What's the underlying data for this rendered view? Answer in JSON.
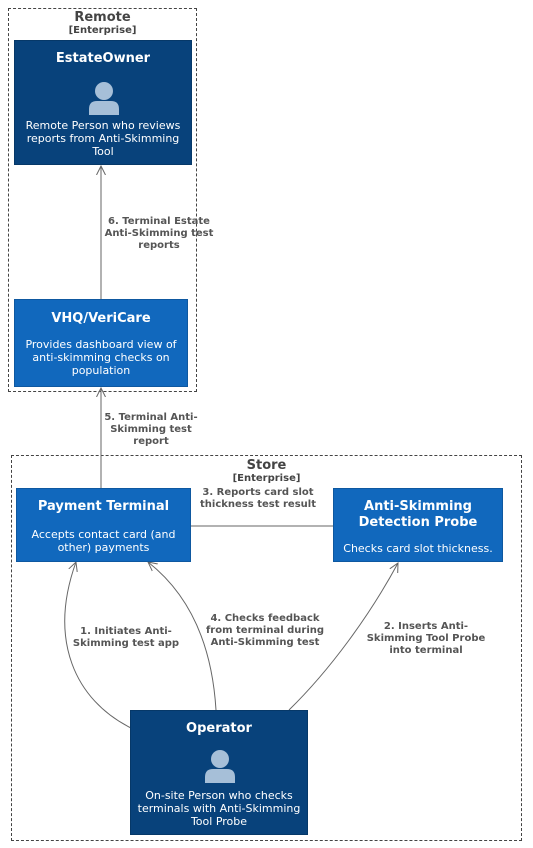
{
  "boundaries": {
    "remote": {
      "name": "Remote",
      "type": "[Enterprise]"
    },
    "store": {
      "name": "Store",
      "type": "[Enterprise]"
    }
  },
  "nodes": {
    "estate_owner": {
      "title": "EstateOwner",
      "description": "Remote Person who reviews reports from Anti-Skimming Tool",
      "icon": "person-icon"
    },
    "vhq": {
      "title": "VHQ/VeriCare",
      "description": "Provides dashboard view of anti-skimming checks on population"
    },
    "payment_terminal": {
      "title": "Payment Terminal",
      "description": "Accepts contact card (and other) payments"
    },
    "probe": {
      "title": "Anti-Skimming Detection Probe",
      "description": "Checks card slot thickness."
    },
    "operator": {
      "title": "Operator",
      "description": "On-site Person who checks terminals with Anti-Skimming Tool Probe",
      "icon": "person-icon"
    }
  },
  "relationships": [
    {
      "id": "rel6",
      "label": "6. Terminal Estate Anti-Skimming test reports"
    },
    {
      "id": "rel5",
      "label": "5. Terminal Anti-Skimming test report"
    },
    {
      "id": "rel3",
      "label": "3. Reports card slot thickness test result"
    },
    {
      "id": "rel1",
      "label": "1. Initiates Anti-Skimming test app"
    },
    {
      "id": "rel4",
      "label": "4. Checks feedback from terminal during Anti-Skimming test"
    },
    {
      "id": "rel2",
      "label": "2. Inserts Anti-Skimming Tool Probe into terminal"
    }
  ],
  "colors": {
    "person": "#08427b",
    "system": "#1168bd",
    "arrow": "#666666",
    "person_icon": "#a6bfd8"
  }
}
